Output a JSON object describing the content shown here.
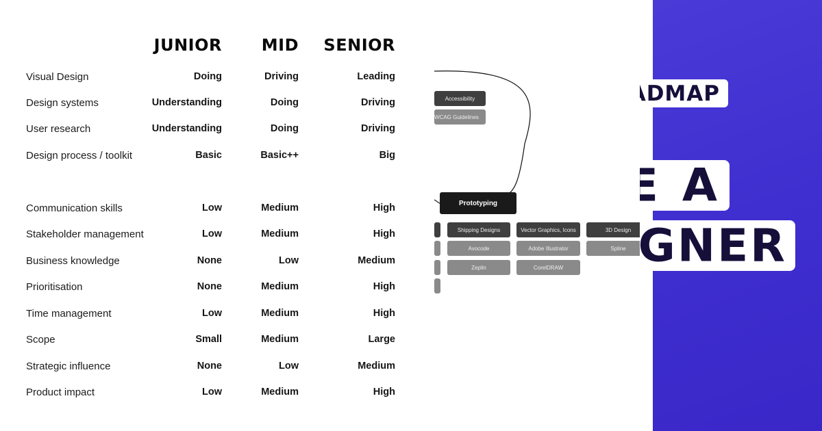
{
  "table": {
    "columns": [
      "JUNIOR",
      "MID",
      "SENIOR"
    ],
    "rows": [
      {
        "label": "Visual Design",
        "junior": "Doing",
        "mid": "Driving",
        "senior": "Leading"
      },
      {
        "label": "Design systems",
        "junior": "Understanding",
        "mid": "Doing",
        "senior": "Driving"
      },
      {
        "label": "User research",
        "junior": "Understanding",
        "mid": "Doing",
        "senior": "Driving"
      },
      {
        "label": "Design process / toolkit",
        "junior": "Basic",
        "mid": "Basic++",
        "senior": "Big"
      },
      {
        "label": "Communication skills",
        "junior": "Low",
        "mid": "Medium",
        "senior": "High"
      },
      {
        "label": "Stakeholder management",
        "junior": "Low",
        "mid": "Medium",
        "senior": "High"
      },
      {
        "label": "Business knowledge",
        "junior": "None",
        "mid": "Low",
        "senior": "Medium"
      },
      {
        "label": "Prioritisation",
        "junior": "None",
        "mid": "Medium",
        "senior": "High"
      },
      {
        "label": "Time management",
        "junior": "Low",
        "mid": "Medium",
        "senior": "High"
      },
      {
        "label": "Scope",
        "junior": "Small",
        "mid": "Medium",
        "senior": "Large"
      },
      {
        "label": "Strategic influence",
        "junior": "None",
        "mid": "Low",
        "senior": "Medium"
      },
      {
        "label": "Product impact",
        "junior": "Low",
        "mid": "Medium",
        "senior": "High"
      }
    ]
  },
  "roadmap": {
    "nodes": {
      "accessibility": "Accessibility",
      "wcag": "WCAG Guidelines",
      "prototyping": "Prototyping",
      "shipping": "Shipping Designs",
      "vector": "Vector Graphics, Icons",
      "design3d": "3D Design",
      "avocode": "Avocode",
      "illustrator": "Adobe Illustrator",
      "spline": "Spline",
      "zeplin": "Zeplin",
      "coreldraw": "CorelDRAW"
    }
  },
  "banner": {
    "line1": "ROADMAP",
    "line2": "BE A",
    "line3": "DESIGNER"
  },
  "colors": {
    "purple": "#4236d3",
    "title_dark": "#160f3a"
  }
}
